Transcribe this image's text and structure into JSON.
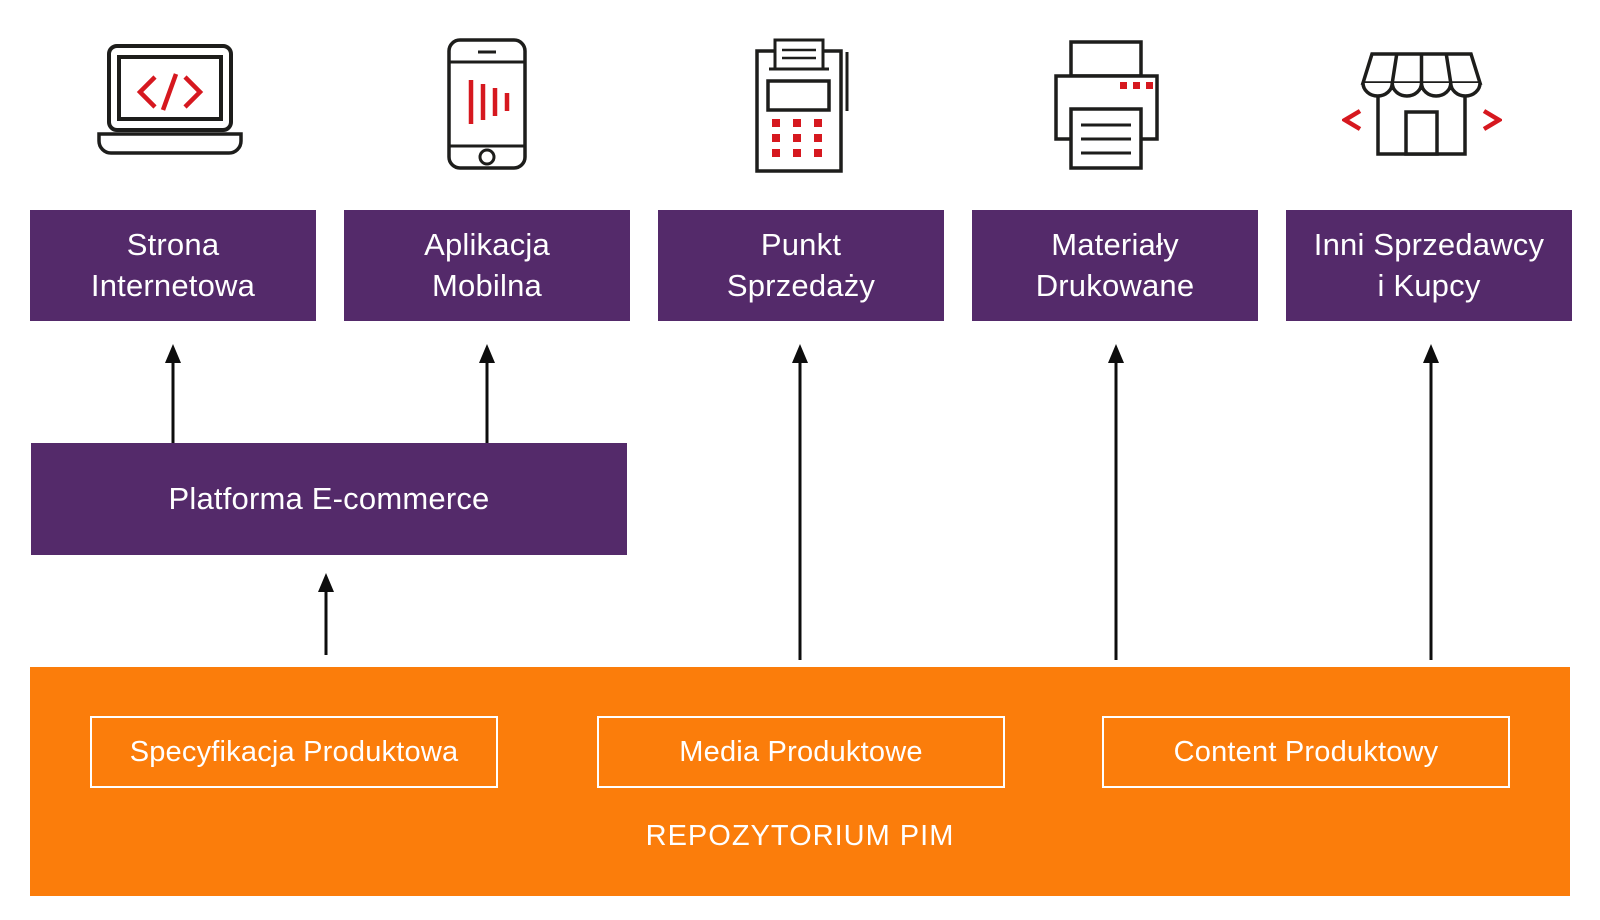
{
  "colors": {
    "purple": "#542a6a",
    "orange": "#fb7d0b",
    "red": "#d6181f",
    "ink": "#1d1d1b",
    "label": "#ffffff"
  },
  "channels": [
    {
      "icon": "laptop-code-icon",
      "line1": "Strona",
      "line2": "Internetowa"
    },
    {
      "icon": "mobile-app-icon",
      "line1": "Aplikacja",
      "line2": "Mobilna"
    },
    {
      "icon": "pos-terminal-icon",
      "line1": "Punkt",
      "line2": "Sprzedaży"
    },
    {
      "icon": "printer-icon",
      "line1": "Materiały",
      "line2": "Drukowane"
    },
    {
      "icon": "store-icon",
      "line1": "Inni Sprzedawcy",
      "line2": "i Kupcy"
    }
  ],
  "platform": {
    "label": "Platforma E-commerce"
  },
  "repository": {
    "label": "REPOZYTORIUM PIM",
    "modules": [
      {
        "label": "Specyfikacja Produktowa"
      },
      {
        "label": "Media Produktowe"
      },
      {
        "label": "Content Produktowy"
      }
    ]
  },
  "connections": [
    {
      "from": "Platforma E-commerce",
      "to": "Strona Internetowa"
    },
    {
      "from": "Platforma E-commerce",
      "to": "Aplikacja Mobilna"
    },
    {
      "from": "REPOZYTORIUM PIM",
      "to": "Punkt Sprzedaży"
    },
    {
      "from": "REPOZYTORIUM PIM",
      "to": "Materiały Drukowane"
    },
    {
      "from": "REPOZYTORIUM PIM",
      "to": "Inni Sprzedawcy i Kupcy"
    },
    {
      "from": "REPOZYTORIUM PIM",
      "to": "Platforma E-commerce"
    }
  ]
}
